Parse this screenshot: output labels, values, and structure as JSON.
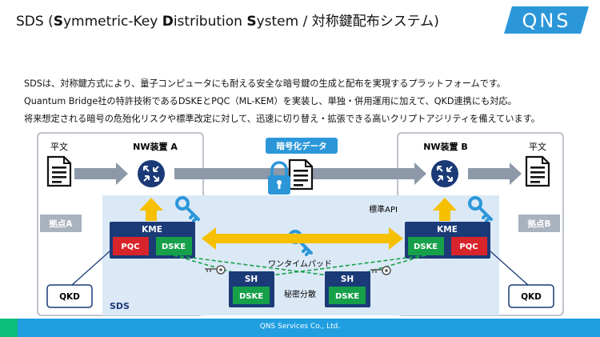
{
  "title": {
    "prefix": "SDS (",
    "parts": [
      {
        "b": "S",
        "r": "ymmetric-Key "
      },
      {
        "b": "D",
        "r": "istribution "
      },
      {
        "b": "S",
        "r": "ystem / 対称鍵配布システム)"
      }
    ]
  },
  "logo": {
    "text": "QNS"
  },
  "description": [
    "SDSは、対称鍵方式により、量子コンピュータにも耐える安全な暗号鍵の生成と配布を実現するプラットフォームです。",
    "Quantum Bridge社の特許技術であるDSKEとPQC（ML-KEM）を実装し、単独・併用運用に加えて、QKD連携にも対応。",
    "将来想定される暗号の危殆化リスクや標準改定に対して、迅速に切り替え・拡張できる高いクリプトアジリティを備えています。"
  ],
  "diagram": {
    "plaintext_left": "平文",
    "plaintext_right": "平文",
    "nw_a": "NW装置 A",
    "nw_b": "NW装置 B",
    "encrypted_data": "暗号化データ",
    "site_a": "拠点A",
    "site_b": "拠点B",
    "standard_api": "標準API",
    "kme": "KME",
    "pqc": "PQC",
    "dske": "DSKE",
    "one_time_pad": "ワンタイムパッド",
    "sh": "SH",
    "secret_sharing": "秘密分散",
    "qkd": "QKD",
    "sds": "SDS"
  },
  "colors": {
    "navy": "#1b3a78",
    "red_badge": "#d8252b",
    "green_badge": "#16a04a",
    "yellow": "#f6c000",
    "blue_accent": "#2b97d9",
    "gray_arrow": "#8d99a8",
    "sds_panel": "#dbe9f6"
  },
  "icons": [
    "document-icon",
    "router-icon",
    "key-icon",
    "lock-icon"
  ],
  "footer": {
    "text": "QNS Services Co., Ltd."
  }
}
